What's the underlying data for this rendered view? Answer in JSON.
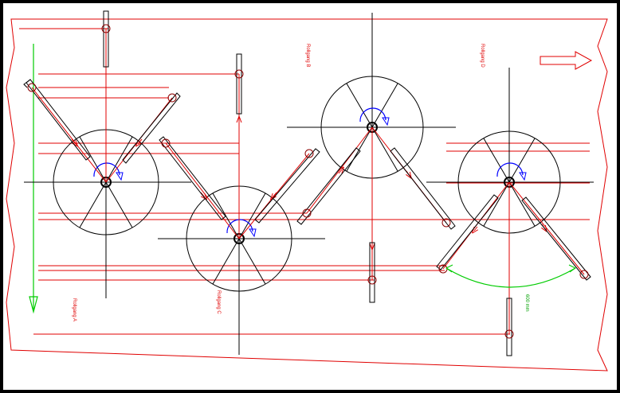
{
  "labels": {
    "roller_a": "Rollgang A",
    "roller_b": "Rollgang B",
    "roller_c": "Rollgang C",
    "roller_d": "Rollgang D",
    "dimension": "600 mm"
  },
  "colors": {
    "belt": "#e00000",
    "pulley": "#000000",
    "rotation": "#0000ff",
    "dimension": "#00cc00",
    "background": "#ffffff"
  },
  "icons": {
    "flow_direction": "arrow-right-icon",
    "feed_direction": "arrow-down-icon"
  }
}
